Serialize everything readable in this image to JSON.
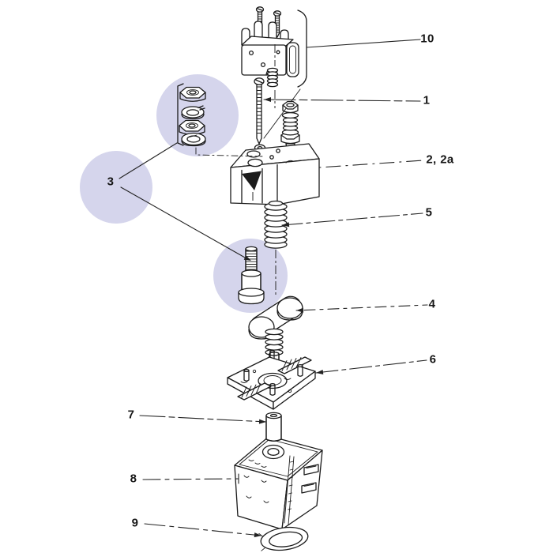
{
  "figure": {
    "kind": "exploded-parts-diagram",
    "background_color": "#ffffff",
    "line_color": "#1b1b1b",
    "highlight_color": "#d5d5ec"
  },
  "callouts": [
    {
      "label": "10",
      "target": "terminal-connector-block"
    },
    {
      "label": "1",
      "target": "long-machine-screw"
    },
    {
      "label": "2, 2a",
      "target": "contact-housing-block"
    },
    {
      "label": "5",
      "target": "compression-spring"
    },
    {
      "label": "4",
      "target": "lever-arm"
    },
    {
      "label": "6",
      "target": "base-plate"
    },
    {
      "label": "3",
      "target": "nut-and-washer-set"
    },
    {
      "label": "7",
      "target": "cylinder-pin"
    },
    {
      "label": "8",
      "target": "switch-body"
    },
    {
      "label": "9",
      "target": "seal-ring"
    }
  ]
}
